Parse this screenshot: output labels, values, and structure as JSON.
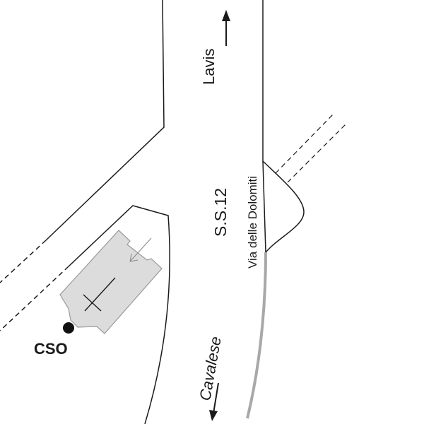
{
  "labels": {
    "north_direction": "Lavis",
    "road_code": "S.S.12",
    "road_name": "Via delle Dolomiti",
    "south_direction": "Cavalese",
    "point": "CSO"
  },
  "colors": {
    "line": "#1a1a1a",
    "building_fill": "#dcdcdc",
    "building_stroke": "#9a9a9a",
    "highlight_road": "#a8a8a8"
  }
}
